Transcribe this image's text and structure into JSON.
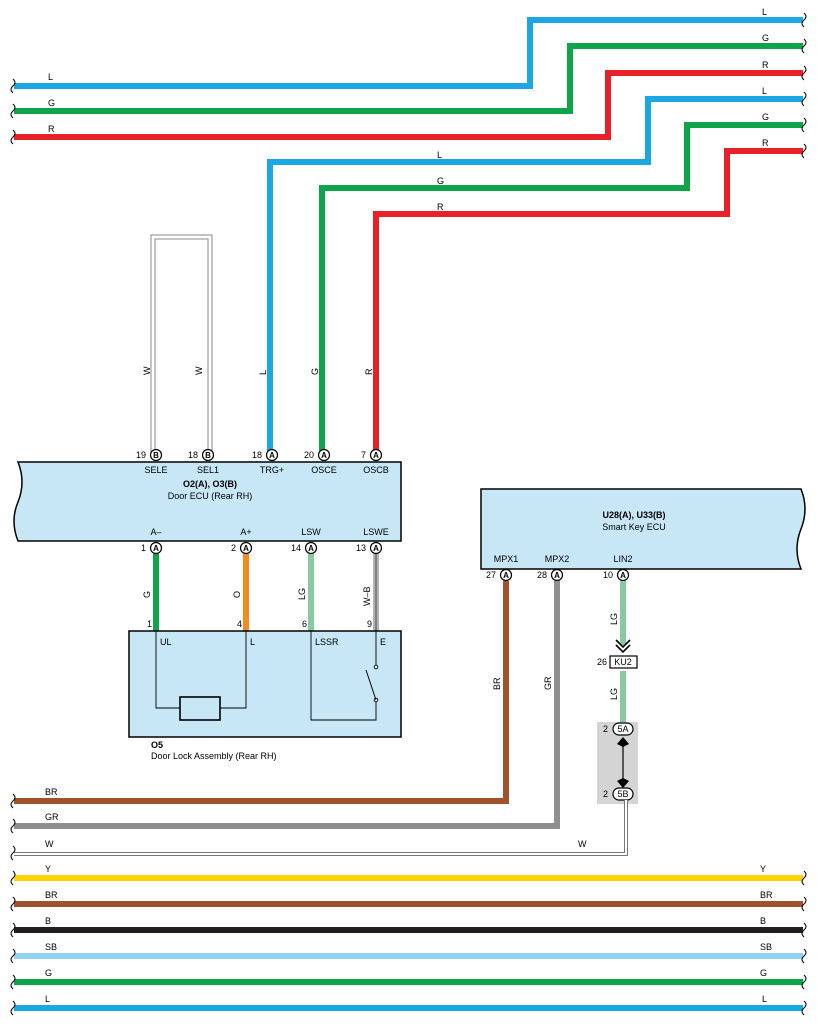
{
  "colors": {
    "L": "#1aa7e2",
    "G": "#0da44a",
    "R": "#e8202a",
    "W": "#ffffff",
    "O": "#f28c1e",
    "LG": "#87c9a0",
    "BR": "#a0522d",
    "GR": "#8f8f8f",
    "Y": "#ffd200",
    "B": "#231f20",
    "SB": "#8fd3f0",
    "box": "#c7e7f6"
  },
  "top_wires": {
    "w1": "L",
    "w2": "G",
    "w3": "R",
    "w4": "L",
    "w5": "G",
    "w6": "R"
  },
  "top_left_wires": {
    "w1": "L",
    "w2": "G",
    "w3": "R"
  },
  "mid_wires": {
    "w1": "L",
    "w2": "G",
    "w3": "R"
  },
  "door_ecu": {
    "code": "O2(A), O3(B)",
    "name": "Door ECU (Rear RH)",
    "top_pins": [
      {
        "num": "19",
        "conn": "B",
        "term": "SELE",
        "wire": "W"
      },
      {
        "num": "18",
        "conn": "B",
        "term": "SEL1",
        "wire": "W"
      },
      {
        "num": "18",
        "conn": "A",
        "term": "TRG+",
        "wire": "L"
      },
      {
        "num": "20",
        "conn": "A",
        "term": "OSCE",
        "wire": "G"
      },
      {
        "num": "7",
        "conn": "A",
        "term": "OSCB",
        "wire": "R"
      }
    ],
    "bottom_pins": [
      {
        "num": "1",
        "conn": "A",
        "term": "A–",
        "wire": "G"
      },
      {
        "num": "2",
        "conn": "A",
        "term": "A+",
        "wire": "O"
      },
      {
        "num": "14",
        "conn": "A",
        "term": "LSW",
        "wire": "LG"
      },
      {
        "num": "13",
        "conn": "A",
        "term": "LSWE",
        "wire": "W–B"
      }
    ]
  },
  "door_lock": {
    "code": "O5",
    "name": "Door Lock Assembly (Rear RH)",
    "pins": [
      {
        "num": "1",
        "term": "UL"
      },
      {
        "num": "4",
        "term": "L"
      },
      {
        "num": "6",
        "term": "LSSR"
      },
      {
        "num": "9",
        "term": "E"
      }
    ]
  },
  "smart_key_ecu": {
    "code": "U28(A), U33(B)",
    "name": "Smart Key ECU",
    "pins": [
      {
        "num": "27",
        "conn": "A",
        "term": "MPX1",
        "wire": "BR"
      },
      {
        "num": "28",
        "conn": "A",
        "term": "MPX2",
        "wire": "GR"
      },
      {
        "num": "10",
        "conn": "A",
        "term": "LIN2",
        "wire": "LG"
      }
    ]
  },
  "junction": {
    "num": "26",
    "code": "KU2",
    "wire_below": "LG",
    "j1_num": "2",
    "j1_code": "5A",
    "j2_num": "2",
    "j2_code": "5B"
  },
  "lower_wires": {
    "br": "BR",
    "gr": "GR",
    "w_left": "W",
    "w_right": "W"
  },
  "bottom_wires": [
    {
      "left": "Y",
      "right": "Y"
    },
    {
      "left": "BR",
      "right": "BR"
    },
    {
      "left": "B",
      "right": "B"
    },
    {
      "left": "SB",
      "right": "SB"
    },
    {
      "left": "G",
      "right": "G"
    },
    {
      "left": "L",
      "right": "L"
    }
  ]
}
